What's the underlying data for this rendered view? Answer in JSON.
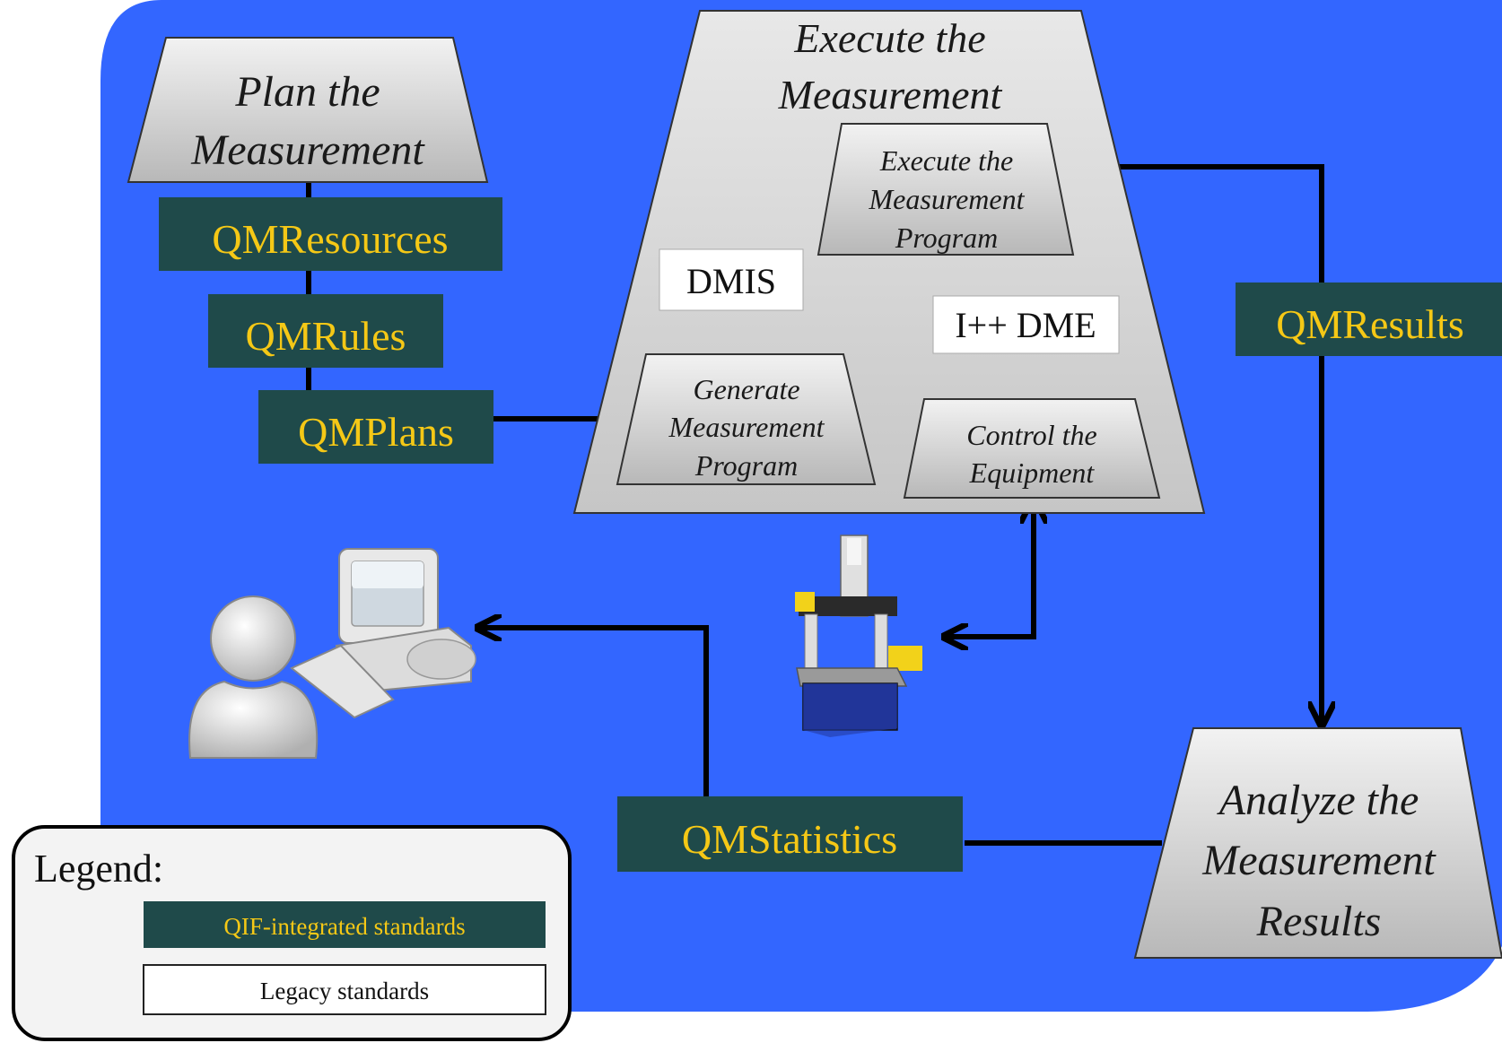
{
  "colors": {
    "background_panel": "#3366ff",
    "qif_box": "#1f4a4a",
    "qif_text": "#f5c816",
    "legacy_box": "#ffffff",
    "trapezoid_fill": "#d9d9d9",
    "connector": "#000000"
  },
  "stages": {
    "plan": [
      "Plan the",
      "Measurement"
    ],
    "execute": [
      "Execute the",
      "Measurement"
    ],
    "execute_program": [
      "Execute the",
      "Measurement",
      "Program"
    ],
    "generate_program": [
      "Generate",
      "Measurement",
      "Program"
    ],
    "control_equipment": [
      "Control the",
      "Equipment"
    ],
    "analyze": [
      "Analyze the",
      "Measurement",
      "Results"
    ]
  },
  "qif_standards": {
    "resources": "QMResources",
    "rules": "QMRules",
    "plans": "QMPlans",
    "results": "QMResults",
    "statistics": "QMStatistics"
  },
  "legacy_standards": {
    "dmis": "DMIS",
    "idme": "I++ DME"
  },
  "legend": {
    "title": "Legend:",
    "qif": "QIF-integrated standards",
    "legacy": "Legacy standards"
  },
  "icons": {
    "user": "user-at-computer-icon",
    "cmm": "coordinate-measuring-machine-icon"
  }
}
